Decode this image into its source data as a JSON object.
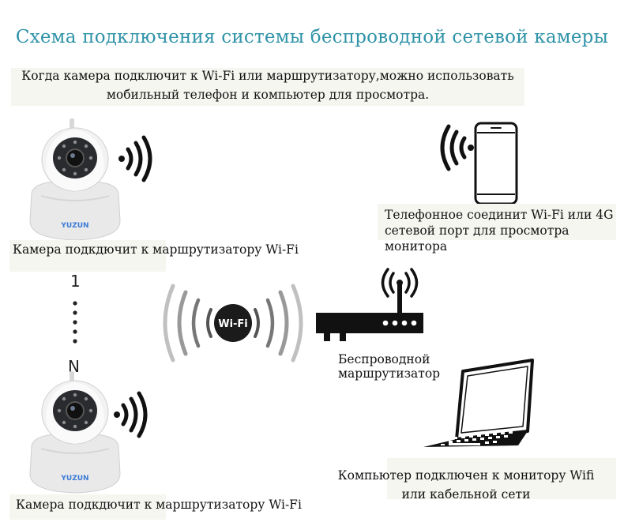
{
  "title": "Схема подключения системы беспроводной сетевой камеры",
  "intro": {
    "line1": "Когда камера подключит к Wi-Fi  или маршрутизатору,можно использовать",
    "line2": "мобильный телефон и компьютер для просмотра."
  },
  "camera_top": {
    "brand": "YUZUN",
    "caption": "Камера подкдючит к маршрутизатору Wi-Fi"
  },
  "camera_bottom": {
    "brand": "YUZUN",
    "caption": "Камера подкдючит к маршрутизатору Wi-Fi"
  },
  "sequence": {
    "start": "1",
    "end": "N"
  },
  "wifi_logo": {
    "label": "Wi-Fi"
  },
  "phone": {
    "line1": "Телефонное соединит Wi-Fi или 4G",
    "line2": "сетевой порт для просмотра монитора"
  },
  "router": {
    "line1": "Беспроводной",
    "line2": "маршрутизатор"
  },
  "laptop": {
    "line1": "Компьютер подключен к монитору Wifi",
    "line2": "или кабельной сети"
  },
  "colors": {
    "title": "#2f93a8",
    "device": "#111111",
    "band": "#f6f6f1"
  }
}
